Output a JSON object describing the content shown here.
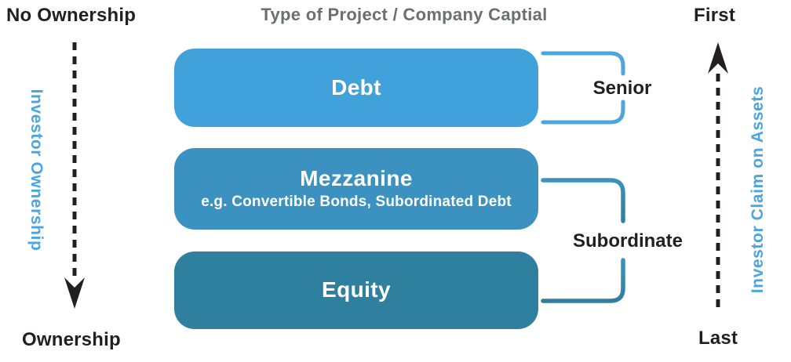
{
  "title": "Type of Project / Company Captial",
  "left_axis": {
    "top_label": "No Ownership",
    "bottom_label": "Ownership",
    "axis_label": "Investor Ownership",
    "arrow_direction": "down"
  },
  "right_axis": {
    "top_label": "First",
    "bottom_label": "Last",
    "axis_label": "Investor Claim on Assets",
    "arrow_direction": "up"
  },
  "layers": [
    {
      "name": "Debt",
      "subtitle": "",
      "color": "#41A1DA"
    },
    {
      "name": "Mezzanine",
      "subtitle": "e.g. Convertible Bonds, Subordinated Debt",
      "color": "#3B92C0"
    },
    {
      "name": "Equity",
      "subtitle": "",
      "color": "#2F7F9E"
    }
  ],
  "brackets": [
    {
      "label": "Senior",
      "color": "#4BA5DF",
      "spans": "Debt"
    },
    {
      "label": "Subordinate",
      "color_top": "#3B92C0",
      "color_bottom": "#2F7F9E",
      "spans": "Mezzanine + Equity"
    }
  ],
  "colors": {
    "axis_dark": "#231F20",
    "accent_blue": "#4BA5DF",
    "title_gray": "#6D6E71"
  }
}
